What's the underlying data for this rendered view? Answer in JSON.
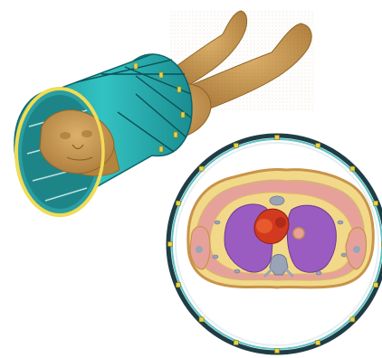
{
  "figure": {
    "panels": [
      {
        "id": "body-in-coil",
        "depicts": "human-body-phantom-with-cylindrical-array"
      },
      {
        "id": "cross-section",
        "depicts": "thorax-axial-slice-with-ring-array"
      }
    ]
  },
  "colors": {
    "body_skin": "#c99a52",
    "body_shadow": "#a67a38",
    "coil_cyan": "#27b3b3",
    "coil_cyan_dark": "#167c80",
    "coil_rim_yellow": "#e7d34a",
    "ring_dark": "#1f3d45",
    "ring_teal": "#5ec3c3",
    "fat_yellow": "#f2d98a",
    "muscle_pink": "#e6a29a",
    "lung_purple": "#9a5cc0",
    "heart_red": "#d23a20",
    "bone_gray": "#9aa4b8",
    "outline_tan": "#c8944a"
  },
  "element_count_visible_ring": 16
}
